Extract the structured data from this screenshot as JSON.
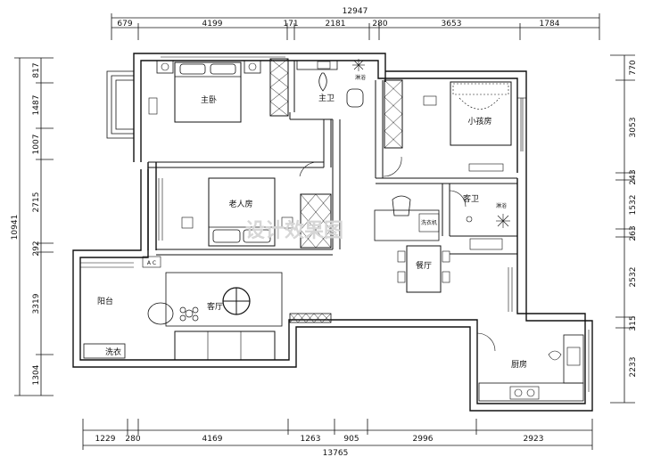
{
  "dimensions": {
    "top_total": "12947",
    "top": [
      "679",
      "4199",
      "171",
      "2181",
      "280",
      "3653",
      "1784"
    ],
    "bottom_total": "13765",
    "bottom": [
      "1229",
      "280",
      "4169",
      "1263",
      "905",
      "2996",
      "2923"
    ],
    "left_total": "10941",
    "left": [
      "817",
      "1487",
      "1007",
      "2715",
      "292",
      "3319",
      "1304"
    ],
    "right": [
      "770",
      "3053",
      "243",
      "1532",
      "263",
      "2532",
      "315",
      "2233"
    ]
  },
  "rooms": {
    "master_bedroom": "主卧",
    "master_bath": "主卫",
    "shower_master": "淋浴",
    "kids_room": "小孩房",
    "elder_room": "老人房",
    "guest_bath": "客卫",
    "shower_guest": "淋浴",
    "washer_label": "洗衣机",
    "balcony": "阳台",
    "balcony_washer": "洗衣",
    "living_room": "客厅",
    "dining_room": "餐厅",
    "kitchen": "厨房",
    "ac_label": "A C"
  },
  "watermark": "设计效果图"
}
